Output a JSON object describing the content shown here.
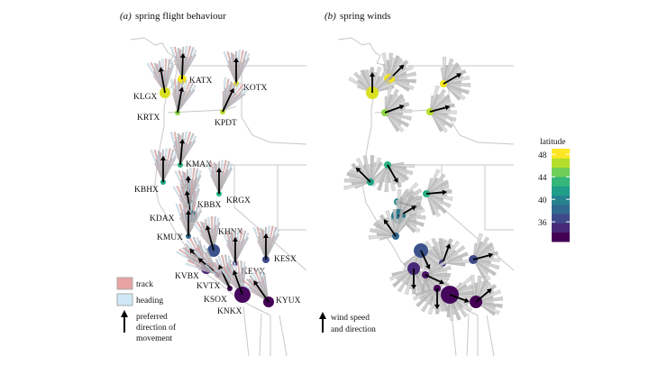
{
  "panel_a": {
    "prefix": "(a)",
    "title": "spring flight behaviour",
    "stations": [
      {
        "id": "KATX",
        "color": "#f2e51d",
        "dir": 2
      },
      {
        "id": "KLGX",
        "color": "#d9e021",
        "dir": -10
      },
      {
        "id": "KRTX",
        "color": "#8fd744",
        "dir": 10
      },
      {
        "id": "KOTX",
        "color": "#f2e51d",
        "dir": 0
      },
      {
        "id": "KPDT",
        "color": "#b5de2b",
        "dir": 25
      },
      {
        "id": "KMAX",
        "color": "#2db27d",
        "dir": 5
      },
      {
        "id": "KBHX",
        "color": "#20a386",
        "dir": 0
      },
      {
        "id": "KRGX",
        "color": "#26ad81",
        "dir": 0
      },
      {
        "id": "KBBX",
        "color": "#25858e",
        "dir": -5
      },
      {
        "id": "KDAX",
        "color": "#2a788e",
        "dir": -10
      },
      {
        "id": "KMUX",
        "color": "#31688e",
        "dir": 0
      },
      {
        "id": "KHNX",
        "color": "#3b528b",
        "dir": -15
      },
      {
        "id": "KESX",
        "color": "#3e4a89",
        "dir": 0
      },
      {
        "id": "KEYX",
        "color": "#433e85",
        "dir": 0
      },
      {
        "id": "KVBX",
        "color": "#482878",
        "dir": -40
      },
      {
        "id": "KVTX",
        "color": "#471063",
        "dir": -50
      },
      {
        "id": "KSOX",
        "color": "#440154",
        "dir": -25
      },
      {
        "id": "KNKX",
        "color": "#46085c",
        "dir": -20
      },
      {
        "id": "KYUX",
        "color": "#440154",
        "dir": -35
      }
    ],
    "legend": {
      "track": "track",
      "heading": "heading",
      "arrow_line1": "preferred",
      "arrow_line2": "direction of",
      "arrow_line3": "movement",
      "track_color": "#e8a3a3",
      "heading_color": "#cfe8f7"
    }
  },
  "panel_b": {
    "prefix": "(b)",
    "title": "spring winds",
    "wind_dirs": [
      45,
      0,
      70,
      60,
      75,
      150,
      -45,
      85,
      105,
      60,
      -35,
      155,
      75,
      20,
      180,
      115,
      180,
      110,
      50
    ],
    "legend": {
      "line1": "wind speed",
      "line2": "and direction"
    }
  },
  "colorbar": {
    "title": "latitude",
    "ticks": [
      "48",
      "44",
      "40",
      "36"
    ],
    "tick_values": [
      48,
      44,
      40,
      36
    ],
    "range": [
      32.5,
      49
    ],
    "colors": [
      "#440154",
      "#482878",
      "#3e4989",
      "#31688e",
      "#26828e",
      "#1f9e89",
      "#35b779",
      "#6ece58",
      "#b5de2b",
      "#fde725"
    ]
  }
}
